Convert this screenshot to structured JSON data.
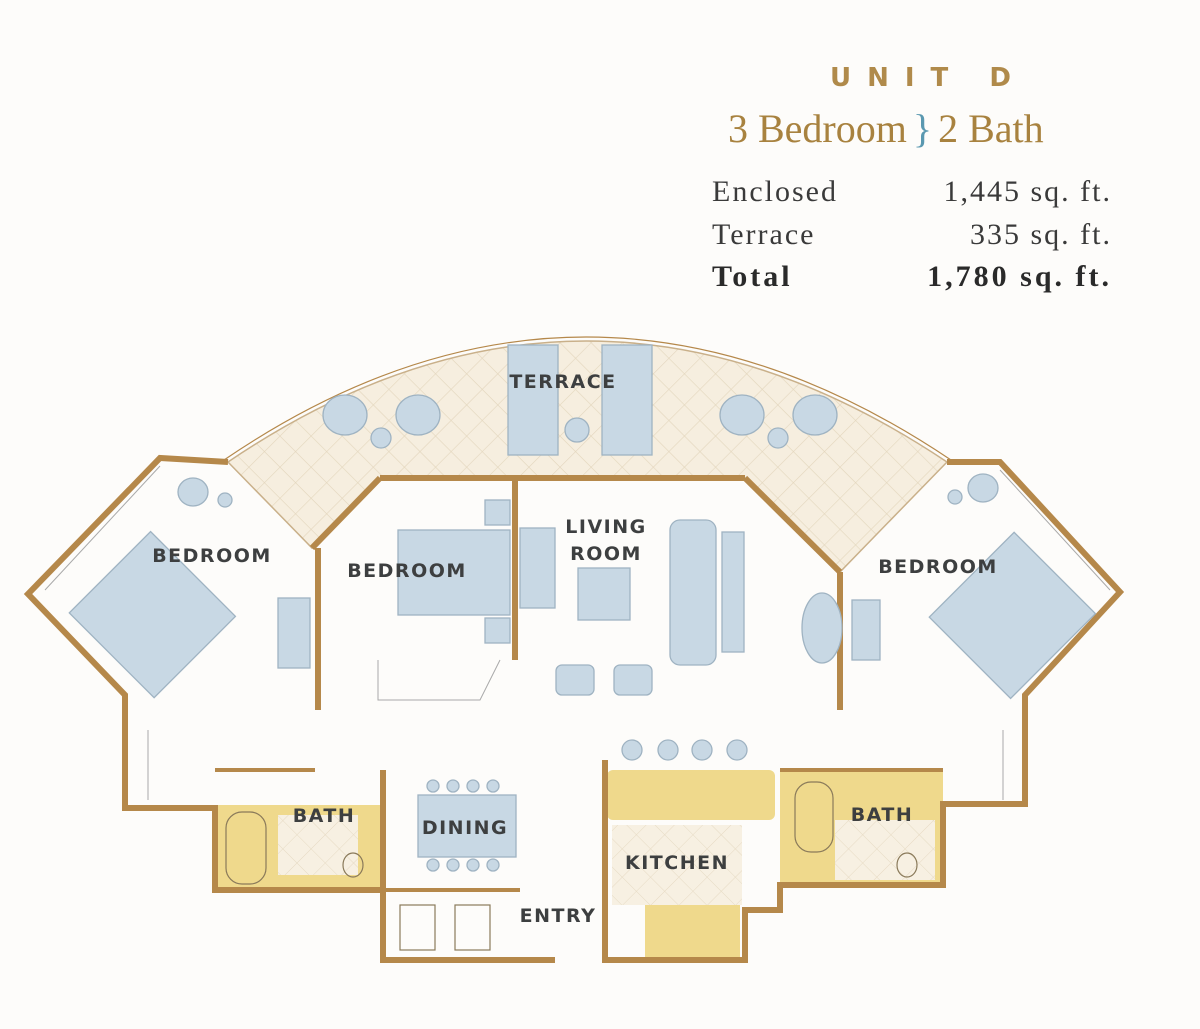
{
  "header": {
    "unit": "UNIT D",
    "bedrooms": "3 Bedroom",
    "separator": "}",
    "baths": "2 Bath"
  },
  "areas": [
    {
      "label": "Enclosed",
      "value": "1,445 sq. ft."
    },
    {
      "label": "Terrace",
      "value": "335 sq. ft."
    },
    {
      "label": "Total",
      "value": "1,780 sq. ft."
    }
  ],
  "rooms": {
    "terrace": "TERRACE",
    "bedroom_left": "BEDROOM",
    "bedroom_center": "BEDROOM",
    "living_line1": "LIVING",
    "living_line2": "ROOM",
    "bedroom_right": "BEDROOM",
    "bath_left": "BATH",
    "dining": "DINING",
    "kitchen": "KITCHEN",
    "bath_right": "BATH",
    "entry": "ENTRY"
  },
  "colors": {
    "wall": "#b5884a",
    "furniture": "#c8d8e4",
    "terrace_tile": "#f4ecdc",
    "wet_area": "#efd98c"
  }
}
